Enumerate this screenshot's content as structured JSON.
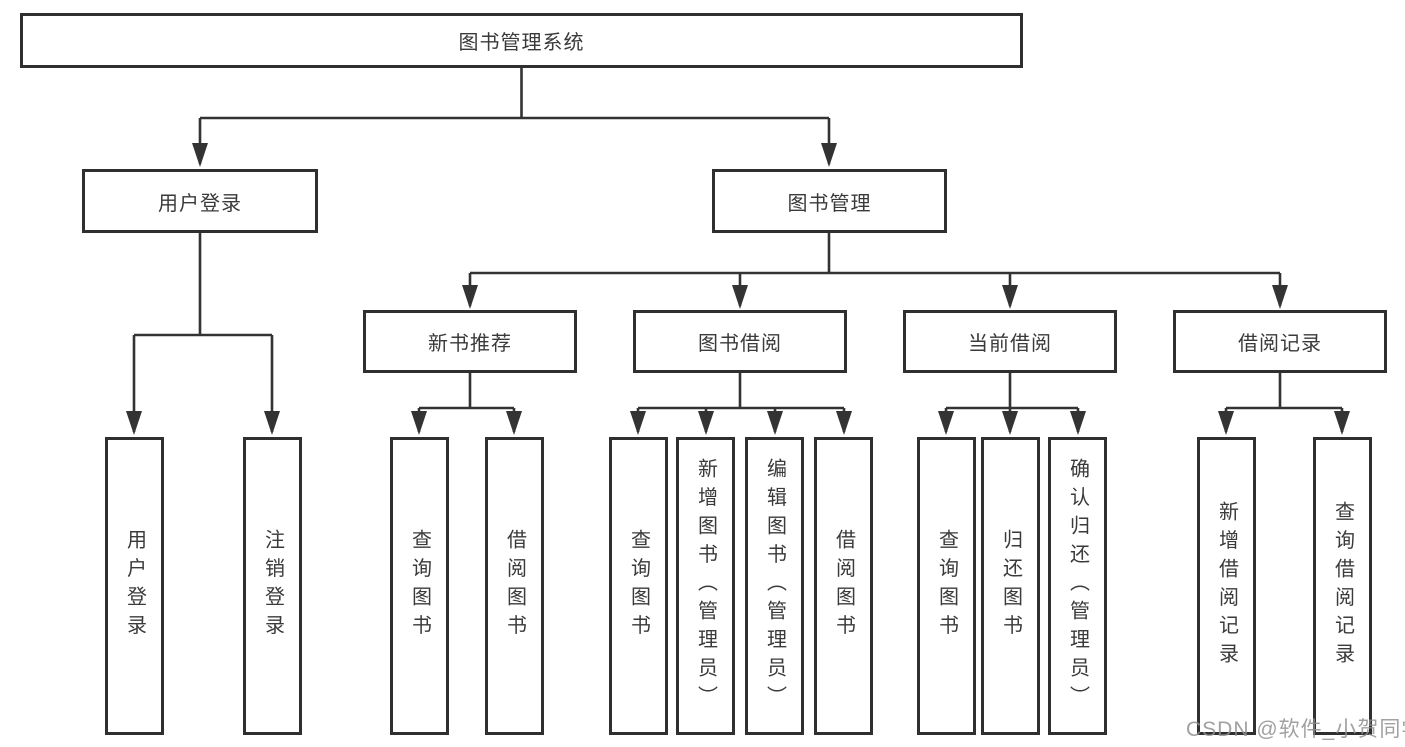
{
  "colors": {
    "line": "#333333",
    "box_border": "#2f2f2f",
    "text": "#3a3a3a",
    "watermark": "#919191"
  },
  "watermark": {
    "text": "CSDN @软件_小贺同学"
  },
  "tree": {
    "label": "图书管理系统",
    "children": [
      {
        "label": "用户登录",
        "children": [
          {
            "label": "用户登录"
          },
          {
            "label": "注销登录"
          }
        ]
      },
      {
        "label": "图书管理",
        "children": [
          {
            "label": "新书推荐",
            "children": [
              {
                "label": "查询图书"
              },
              {
                "label": "借阅图书"
              }
            ]
          },
          {
            "label": "图书借阅",
            "children": [
              {
                "label": "查询图书"
              },
              {
                "label": "新增图书（管理员）"
              },
              {
                "label": "编辑图书（管理员）"
              },
              {
                "label": "借阅图书"
              }
            ]
          },
          {
            "label": "当前借阅",
            "children": [
              {
                "label": "查询图书"
              },
              {
                "label": "归还图书"
              },
              {
                "label": "确认归还（管理员）"
              }
            ]
          },
          {
            "label": "借阅记录",
            "children": [
              {
                "label": "新增借阅记录"
              },
              {
                "label": "查询借阅记录"
              }
            ]
          }
        ]
      }
    ]
  }
}
